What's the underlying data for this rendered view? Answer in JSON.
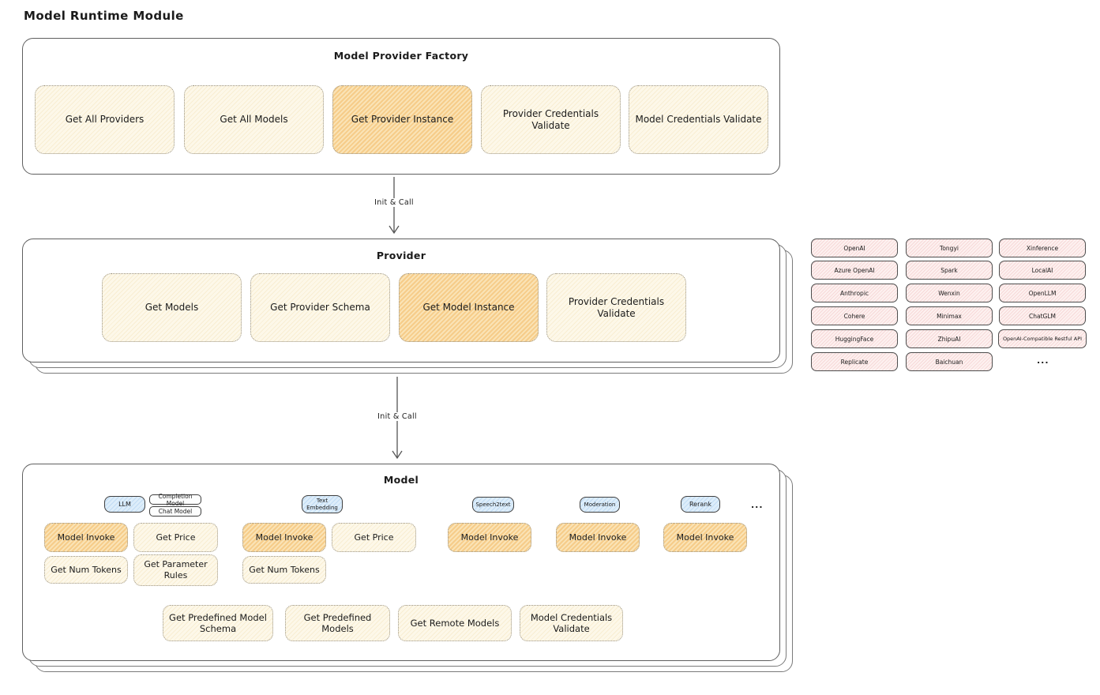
{
  "title": "Model Runtime Module",
  "colors": {
    "method_fill": "#fdf8e9",
    "method_highlight_fill": "#fbe8c0",
    "capability_tab_fill": "#ddedfa",
    "provider_pill_fill": "#fdf1f0",
    "container_border": "#5f5f5f"
  },
  "arrows": {
    "factory_to_provider": "Init & Call",
    "provider_to_model": "Init & Call"
  },
  "factory": {
    "title": "Model Provider Factory",
    "items": [
      {
        "label": "Get All Providers",
        "highlighted": false
      },
      {
        "label": "Get All Models",
        "highlighted": false
      },
      {
        "label": "Get Provider Instance",
        "highlighted": true
      },
      {
        "label": "Provider Credentials Validate",
        "highlighted": false
      },
      {
        "label": "Model Credentials Validate",
        "highlighted": false
      }
    ]
  },
  "provider": {
    "title": "Provider",
    "items": [
      {
        "label": "Get Models",
        "highlighted": false
      },
      {
        "label": "Get Provider Schema",
        "highlighted": false
      },
      {
        "label": "Get Model Instance",
        "highlighted": true
      },
      {
        "label": "Provider Credentials Validate",
        "highlighted": false
      }
    ]
  },
  "provider_catalog": {
    "columns": [
      {
        "items": [
          "OpenAI",
          "Azure OpenAI",
          "Anthropic",
          "Cohere",
          "HuggingFace",
          "Replicate"
        ]
      },
      {
        "items": [
          "Tongyi",
          "Spark",
          "Wenxin",
          "Minimax",
          "ZhipuAI",
          "Baichuan"
        ]
      },
      {
        "items": [
          "Xinference",
          "LocalAI",
          "OpenLLM",
          "ChatGLM",
          "OpenAI-Compatible Restful API"
        ]
      }
    ],
    "more_label": "..."
  },
  "model": {
    "title": "Model",
    "more_label": "...",
    "groups": [
      {
        "tab": "LLM",
        "model_types": [
          "Completion Model",
          "Chat Model"
        ],
        "methods": [
          {
            "label": "Model Invoke",
            "highlighted": true
          },
          {
            "label": "Get Price",
            "highlighted": false
          },
          {
            "label": "Get Num Tokens",
            "highlighted": false
          },
          {
            "label": "Get Parameter Rules",
            "highlighted": false
          }
        ]
      },
      {
        "tab": "Text Embedding",
        "methods": [
          {
            "label": "Model Invoke",
            "highlighted": true
          },
          {
            "label": "Get Price",
            "highlighted": false
          },
          {
            "label": "Get Num Tokens",
            "highlighted": false
          }
        ]
      },
      {
        "tab": "Speech2text",
        "methods": [
          {
            "label": "Model Invoke",
            "highlighted": true
          }
        ]
      },
      {
        "tab": "Moderation",
        "methods": [
          {
            "label": "Model Invoke",
            "highlighted": true
          }
        ]
      },
      {
        "tab": "Rerank",
        "methods": [
          {
            "label": "Model Invoke",
            "highlighted": true
          }
        ]
      }
    ],
    "shared_methods": [
      {
        "label": "Get Predefined Model Schema"
      },
      {
        "label": "Get Predefined Models"
      },
      {
        "label": "Get Remote Models"
      },
      {
        "label": "Model Credentials Validate"
      }
    ]
  }
}
